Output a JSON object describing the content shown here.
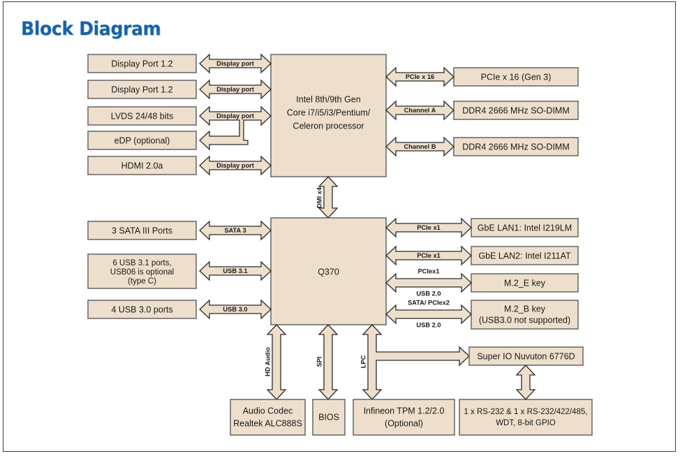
{
  "page": {
    "title": "Block Diagram",
    "title_color": "#1763a6",
    "block_fill": "#eddfcb",
    "block_stroke": "#5a5a5a",
    "arrow_fill": "#eddfcb",
    "arrow_stroke": "#2b2b2b",
    "background": "#ffffff",
    "border_color": "#3b3b3b"
  },
  "blocks": {
    "dp1": {
      "label": "Display Port 1.2"
    },
    "dp2": {
      "label": "Display Port 1.2"
    },
    "lvds": {
      "label": "LVDS 24/48 bits"
    },
    "edp": {
      "label": "eDP (optional)"
    },
    "hdmi": {
      "label": "HDMI 2.0a"
    },
    "cpu": {
      "line1": "Intel 8th/9th Gen",
      "line2": "Core i7/i5/i3/Pentium/",
      "line3": "Celeron processor"
    },
    "pcie16": {
      "label": "PCIe x 16 (Gen 3)"
    },
    "ddr4a": {
      "label": "DDR4 2666 MHz SO-DIMM"
    },
    "ddr4b": {
      "label": "DDR4 2666 MHz SO-DIMM"
    },
    "sata": {
      "label": "3 SATA III Ports"
    },
    "usb31": {
      "line1": "6 USB 3.1 ports,",
      "line2": "USB06 is optional",
      "line3": "(type C)"
    },
    "usb30": {
      "label": "4 USB 3.0 ports"
    },
    "pch": {
      "label": "Q370"
    },
    "lan1": {
      "label": "GbE LAN1: Intel I219LM"
    },
    "lan2": {
      "label": "GbE LAN2: Intel I211AT"
    },
    "m2e": {
      "label": "M.2_E key"
    },
    "m2b": {
      "line1": "M.2_B key",
      "line2": "(USB3.0 not supported)"
    },
    "audio": {
      "line1": "Audio Codec",
      "line2": "Realtek ALC888S"
    },
    "bios": {
      "label": "BIOS"
    },
    "tpm": {
      "line1": "Infineon TPM 1.2/2.0",
      "line2": "(Optional)"
    },
    "superio": {
      "label": "Super IO Nuvuton 6776D"
    },
    "serial": {
      "line1": "1 x RS-232 & 1 x RS-232/422/485,",
      "line2": "WDT, 8-bit GPIO"
    }
  },
  "connections": {
    "dp1_cpu": {
      "label": "Display port"
    },
    "dp2_cpu": {
      "label": "Display port"
    },
    "lvds_edp_cpu": {
      "label": "Display port"
    },
    "hdmi_cpu": {
      "label": "Display port"
    },
    "cpu_pcie16": {
      "label": "PCIe x 16"
    },
    "cpu_ddr4a": {
      "label": "Channel A"
    },
    "cpu_ddr4b": {
      "label": "Channel B"
    },
    "cpu_pch": {
      "label": "DMI x4"
    },
    "sata_pch": {
      "label": "SATA 3"
    },
    "usb31_pch": {
      "label": "USB 3.1"
    },
    "usb30_pch": {
      "label": "USB 3.0"
    },
    "pch_lan1": {
      "label": "PCIe x1"
    },
    "pch_lan2": {
      "label": "PCIe x1"
    },
    "pch_m2e_top": {
      "label": "PCIex1"
    },
    "pch_m2e_bottom": {
      "label": "USB 2.0"
    },
    "pch_m2b_top": {
      "label": "SATA/ PCIex2"
    },
    "pch_m2b_bottom": {
      "label": "USB 2.0"
    },
    "pch_audio": {
      "label": "HD Audio"
    },
    "pch_bios": {
      "label": "SPI"
    },
    "pch_tpm": {
      "label": "LPC"
    }
  }
}
